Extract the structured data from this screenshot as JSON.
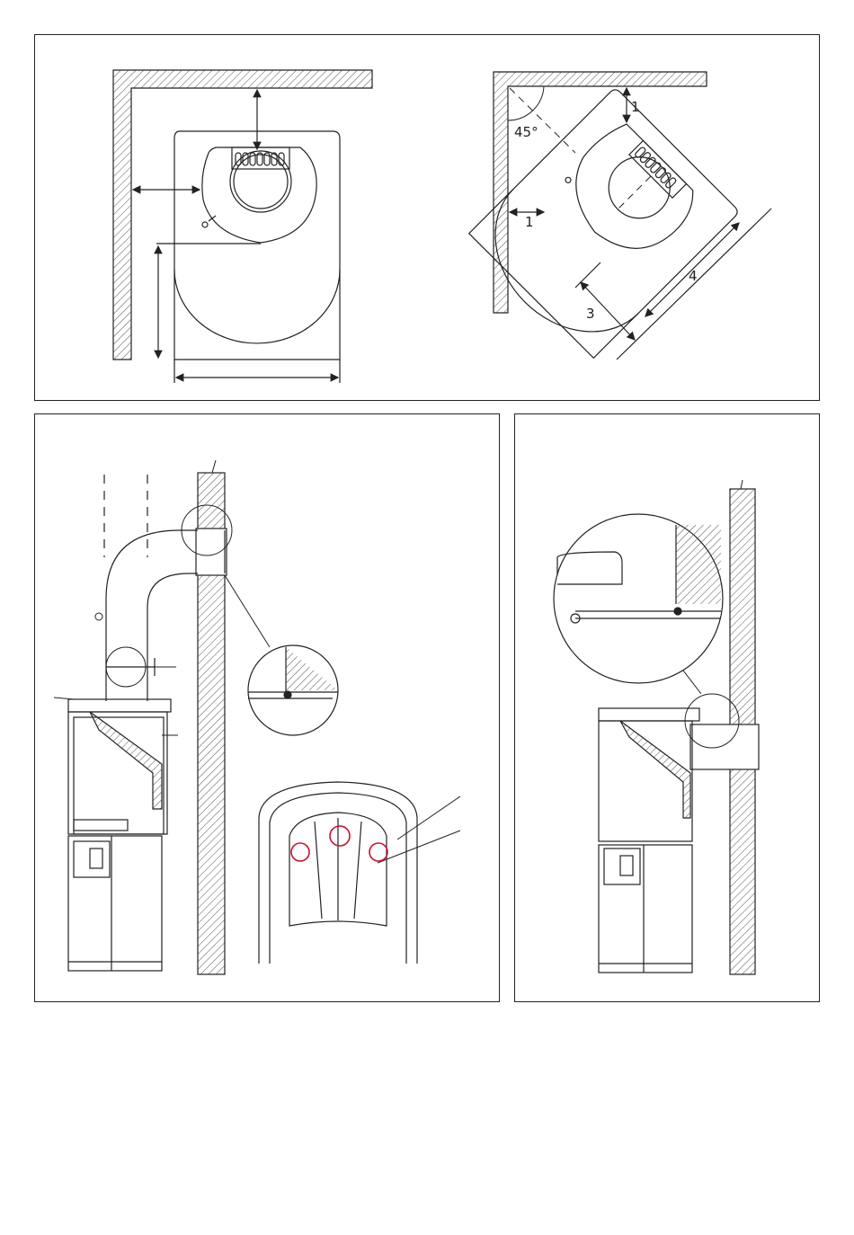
{
  "panels": {
    "top_left": {
      "name": "wall-clearance-plan"
    },
    "top_right": {
      "name": "corner-clearance-plan"
    },
    "bottom_left": {
      "name": "rear-flue-connection-section"
    },
    "bottom_right": {
      "name": "direct-rear-flue-section"
    }
  },
  "labels": {
    "angle": "45°",
    "dim_top": "1",
    "dim_side": "1",
    "dim_3": "3",
    "dim_4": "4"
  },
  "colors": {
    "line": "#222222",
    "hatch": "#555555",
    "highlight": "#c8102e"
  }
}
